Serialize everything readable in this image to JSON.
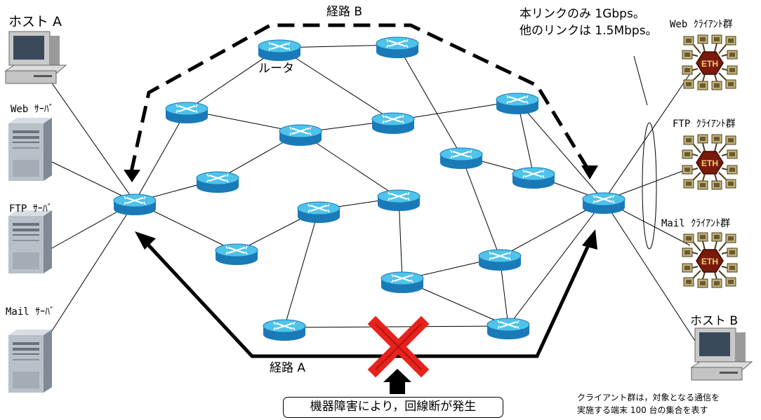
{
  "labels": {
    "host_a": "ホスト A",
    "host_b": "ホスト B",
    "web_server": "Web ｻｰﾊﾞ",
    "ftp_server": "FTP ｻｰﾊﾞ",
    "mail_server": "Mail ｻｰﾊﾞ",
    "web_clients": "Web ｸﾗｲｱﾝﾄ群",
    "ftp_clients": "FTP ｸﾗｲｱﾝﾄ群",
    "mail_clients": "Mail ｸﾗｲｱﾝﾄ群",
    "route_a": "経路 A",
    "route_b": "経路 B",
    "router": "ルータ",
    "link_note_1": "本リンクのみ 1Gbps。",
    "link_note_2": "他のリンクは 1.5Mbps。",
    "failure": "機器障害により，回線断が発生",
    "client_note_1": "クライアント群は，対象となる通信を",
    "client_note_2": "実施する端末 100 台の集合を表す",
    "eth": "ETH"
  },
  "colors": {
    "router_top": "#4fc3ea",
    "router_side": "#1a7ab8",
    "failure_x": "#e8221c",
    "client_hub": "#8b1a10"
  }
}
